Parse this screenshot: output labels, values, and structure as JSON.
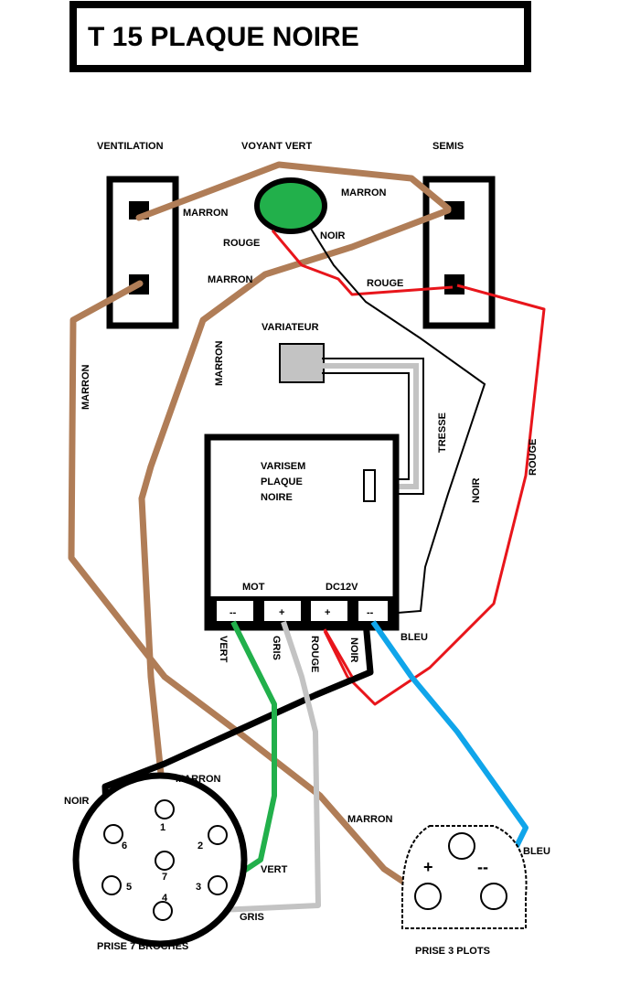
{
  "title": "T 15 PLAQUE NOIRE",
  "components": {
    "ventilation": "VENTILATION",
    "voyant": "VOYANT VERT",
    "semis": "SEMIS",
    "variateur": "VARIATEUR",
    "module_line1": "VARISEM",
    "module_line2": "PLAQUE",
    "module_line3": "NOIRE",
    "mot": "MOT",
    "dc12v": "DC12V",
    "term_minus": "--",
    "term_plus": "+",
    "term_plus2": "+",
    "term_minus2": "--",
    "prise7": "PRISE 7 BROCHES",
    "prise3": "PRISE 3 PLOTS",
    "plot_plus": "+",
    "plot_minus": "--"
  },
  "pins": [
    "1",
    "2",
    "3",
    "4",
    "5",
    "6",
    "7"
  ],
  "wires": {
    "marron_top_left": "MARRON",
    "marron_top_right": "MARRON",
    "rouge_voyant": "ROUGE",
    "noir_voyant": "NOIR",
    "marron_mid": "MARRON",
    "rouge_semis": "ROUGE",
    "marron_left_vertical": "MARRON",
    "marron_center_vertical": "MARRON",
    "tresse": "TRESSE",
    "noir_right": "NOIR",
    "rouge_right": "ROUGE",
    "vert": "VERT",
    "gris": "GRIS",
    "rouge_bottom": "ROUGE",
    "noir_bottom": "NOIR",
    "bleu": "BLEU",
    "marron_prise7": "MARRON",
    "noir_prise7": "NOIR",
    "vert_prise7": "VERT",
    "gris_prise7": "GRIS",
    "marron_prise3": "MARRON",
    "bleu_prise3": "BLEU"
  },
  "colors": {
    "marron": "#b07d57",
    "rouge": "#e8151b",
    "noir": "#000000",
    "vert": "#22b04b",
    "gris": "#c3c3c3",
    "bleu": "#10a5ea",
    "voyant": "#22b04b"
  }
}
